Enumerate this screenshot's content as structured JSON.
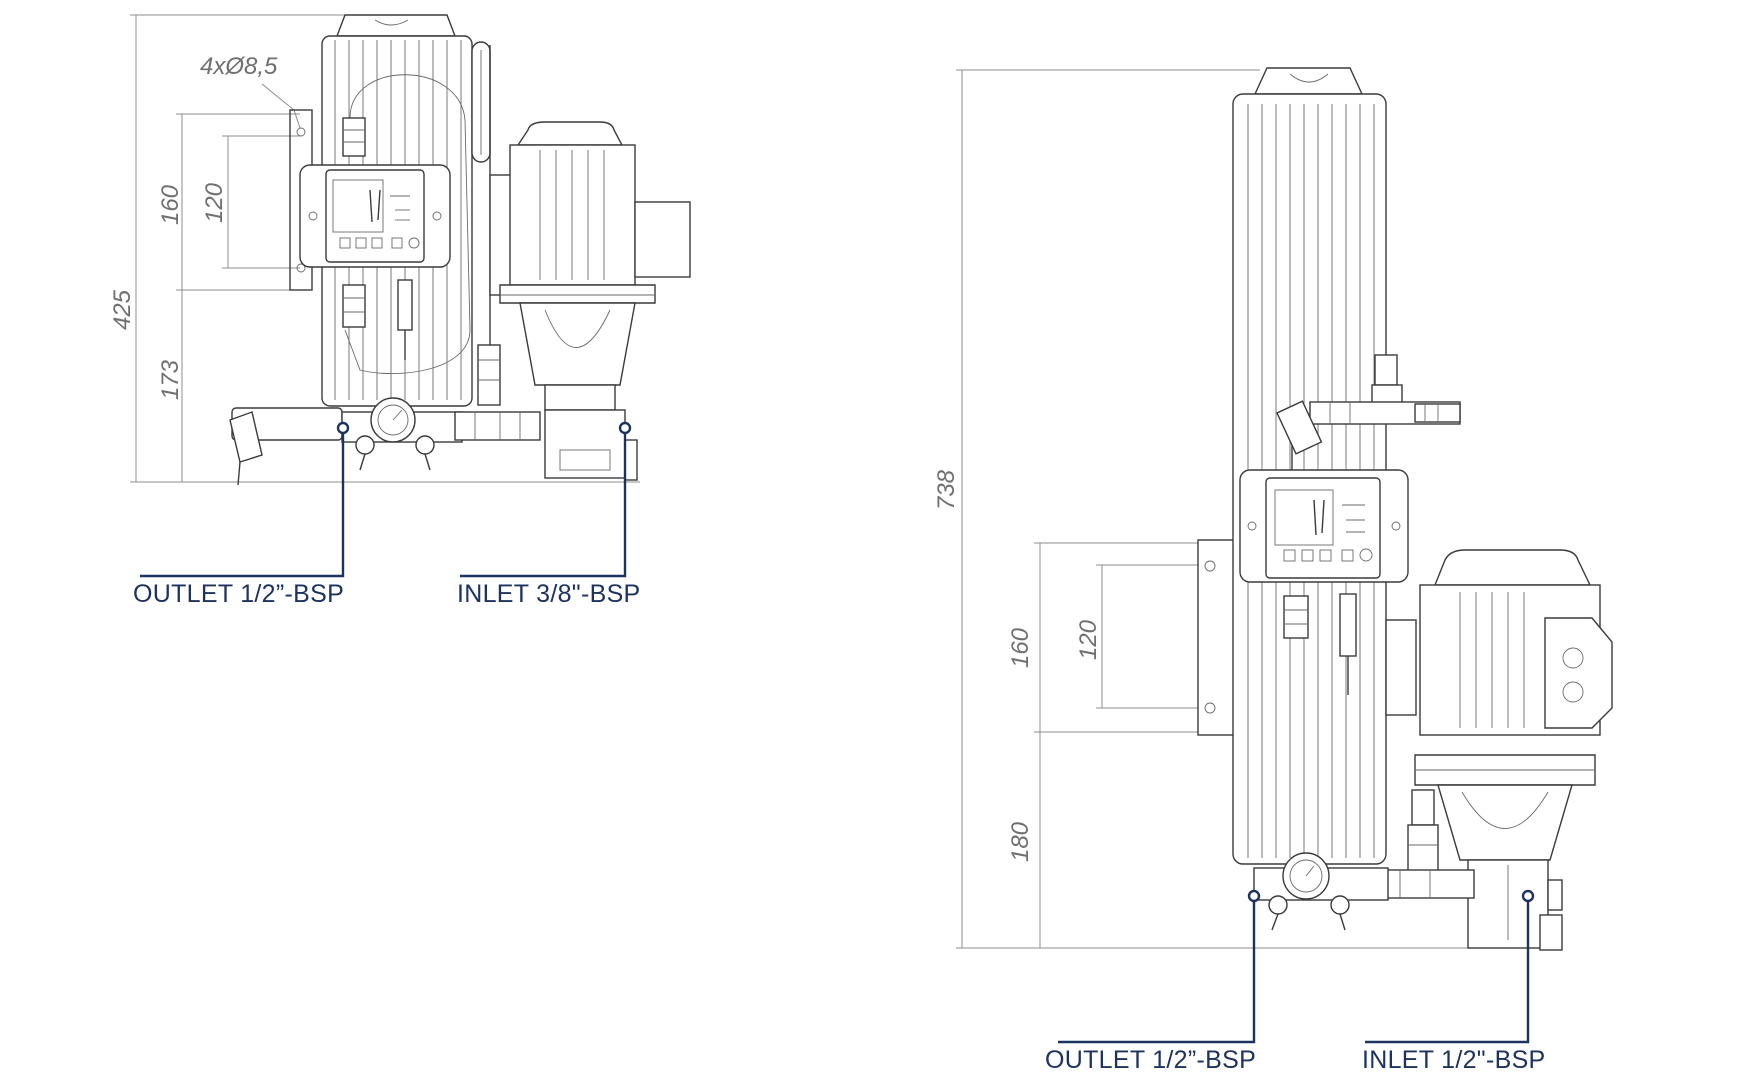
{
  "colors": {
    "leader": "#1c3360",
    "line": "#3a3a3a",
    "dimension": "#8c8c8c",
    "text": "#6f6f6f"
  },
  "left_view": {
    "hole_callout": "4xØ8,5",
    "dimensions": {
      "overall_height": "425",
      "mount_spacing": "160",
      "inner_spacing": "120",
      "base_height": "173"
    },
    "ports": {
      "outlet": "OUTLET 1/2”-BSP",
      "inlet": "INLET 3/8\"-BSP"
    }
  },
  "right_view": {
    "dimensions": {
      "overall_height": "738",
      "mount_spacing": "160",
      "inner_spacing": "120",
      "base_height": "180"
    },
    "ports": {
      "outlet": "OUTLET 1/2”-BSP",
      "inlet": "INLET 1/2\"-BSP"
    }
  }
}
